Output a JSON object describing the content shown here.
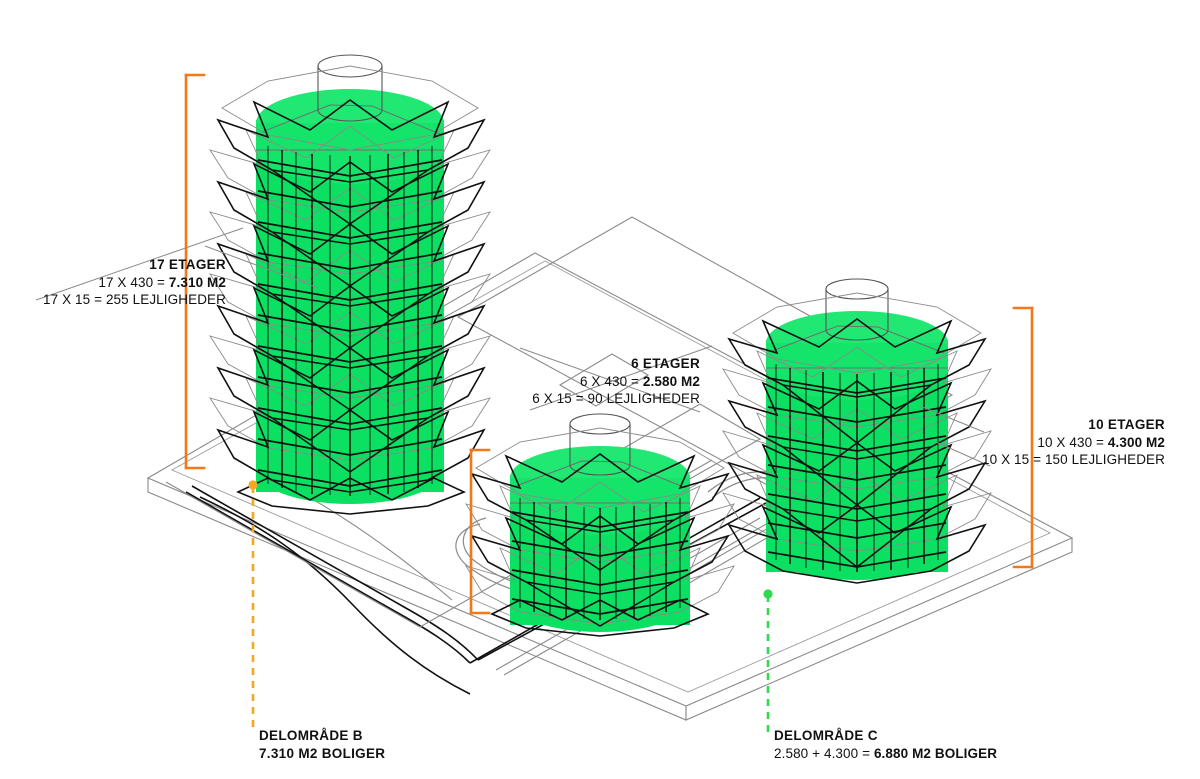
{
  "diagram": {
    "title_implicit": "Bebyggelsesplan – etagearealer",
    "colors": {
      "volume_green": "#0BE062",
      "volume_green_light": "#21E873",
      "dimension_orange": "#F2781A",
      "leader_amber": "#F5A623",
      "leader_green": "#2FDA4E",
      "wire_dark": "#111111",
      "wire_light": "#8A8A8A",
      "text": "#111111",
      "background": "#FFFFFF"
    },
    "annotations": [
      {
        "id": "tower-a",
        "name": "17-storey-tower",
        "storeys_label": "17 ETAGER",
        "area_line_prefix": "17 X 430 = ",
        "area_line_value": "7.310 M2",
        "units_line": "17 X 15 = 255 LEJLIGHEDER",
        "storeys": 17,
        "area_per_storey_m2": 430,
        "total_area_m2": 7310,
        "units_per_storey": 15,
        "total_units": 255
      },
      {
        "id": "tower-b",
        "name": "6-storey-tower",
        "storeys_label": "6 ETAGER",
        "area_line_prefix": "6 X 430 = ",
        "area_line_value": "2.580 M2",
        "units_line": "6 X 15 = 90 LEJLIGHEDER",
        "storeys": 6,
        "area_per_storey_m2": 430,
        "total_area_m2": 2580,
        "units_per_storey": 15,
        "total_units": 90
      },
      {
        "id": "tower-c",
        "name": "10-storey-tower",
        "storeys_label": "10 ETAGER",
        "area_line_prefix": "10  X 430 = ",
        "area_line_value": "4.300 M2",
        "units_line": "10 X 15 = 150 LEJLIGHEDER",
        "storeys": 10,
        "area_per_storey_m2": 430,
        "total_area_m2": 4300,
        "units_per_storey": 15,
        "total_units": 150
      }
    ],
    "areas": [
      {
        "id": "area-b",
        "name": "delomrade-b",
        "title": "DELOMRÅDE B",
        "sum_prefix": "",
        "sum_value": "7.310 M2 BOLIGER",
        "leader_color": "#F5A623"
      },
      {
        "id": "area-c",
        "name": "delomrade-c",
        "title": "DELOMRÅDE C",
        "sum_prefix": "2.580 + 4.300 = ",
        "sum_value": "6.880 M2 BOLIGER",
        "leader_color": "#2FDA4E"
      }
    ]
  }
}
